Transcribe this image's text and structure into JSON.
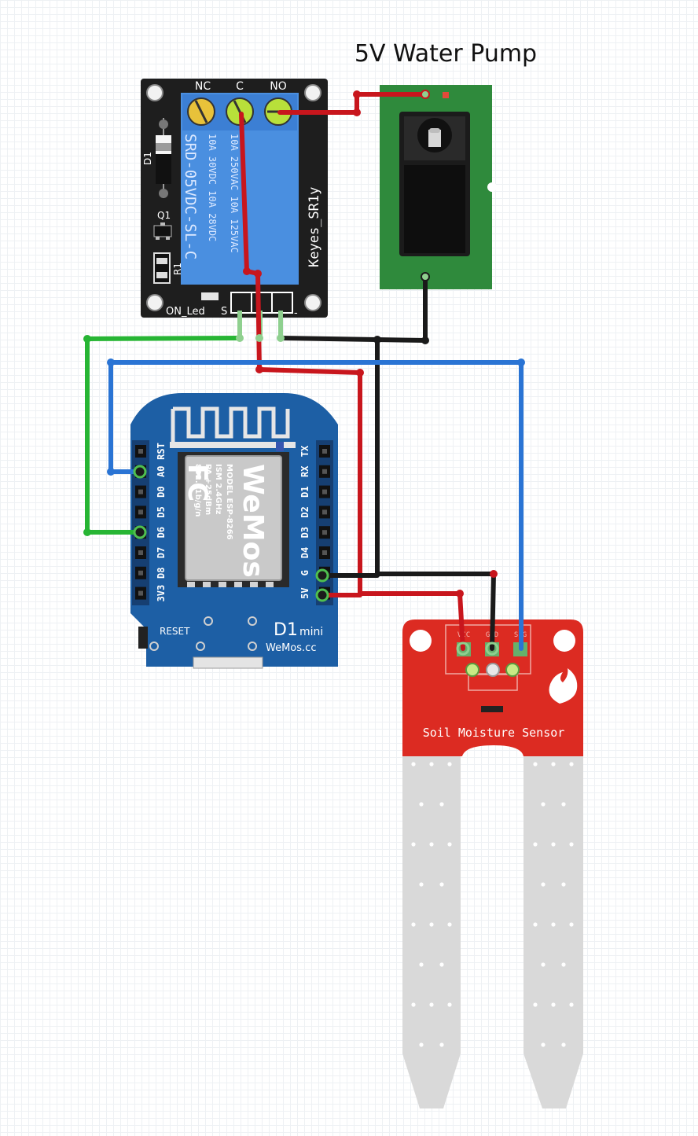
{
  "title": "5V Water Pump",
  "relay": {
    "terminal_nc": "NC",
    "terminal_c": "C",
    "terminal_no": "NO",
    "part_d1": "D1",
    "part_q1": "Q1",
    "part_r1": "R1",
    "on_led": "ON_Led",
    "pin_s": "S",
    "pin_minus": "-",
    "brand": "Keyes_SR1y",
    "model": "SRD-05VDC-SL-C",
    "rating1": "10A 30VDC 10A 28VDC",
    "rating2": "10A 250VAC 10A 125VAC"
  },
  "wemos": {
    "left_pins": [
      "RST",
      "A0",
      "D0",
      "D5",
      "D6",
      "D7",
      "D8",
      "3V3"
    ],
    "right_pins": [
      "TX",
      "RX",
      "D1",
      "D2",
      "D3",
      "D4",
      "G",
      "5V"
    ],
    "fc_logo": "FC",
    "model_line1": "MODEL ESP-8266",
    "model_line2": "ISM 2.4GHz",
    "model_line3": "PA +25dBm",
    "model_line4": "802.11b/g/n",
    "chip_brand": "WeMos",
    "reset_label": "RESET",
    "board_name": "D1",
    "board_name_suffix": "mini",
    "website": "WeMos.cc"
  },
  "sensor": {
    "label": "Soil Moisture Sensor",
    "pin_vcc": "VCC",
    "pin_gnd": "GND",
    "pin_sig": "SIG"
  },
  "colors": {
    "wire_red": "#c8161d",
    "wire_black": "#1a1a1a",
    "wire_blue": "#2a74d4",
    "wire_green": "#27b534",
    "relay_board": "#1e1e1e",
    "relay_body": "#4a8fe0",
    "wemos_board": "#1d5fa5",
    "pump_board": "#2f8a3c",
    "sensor_board": "#dc2b22",
    "probe": "#d8d8d8"
  }
}
